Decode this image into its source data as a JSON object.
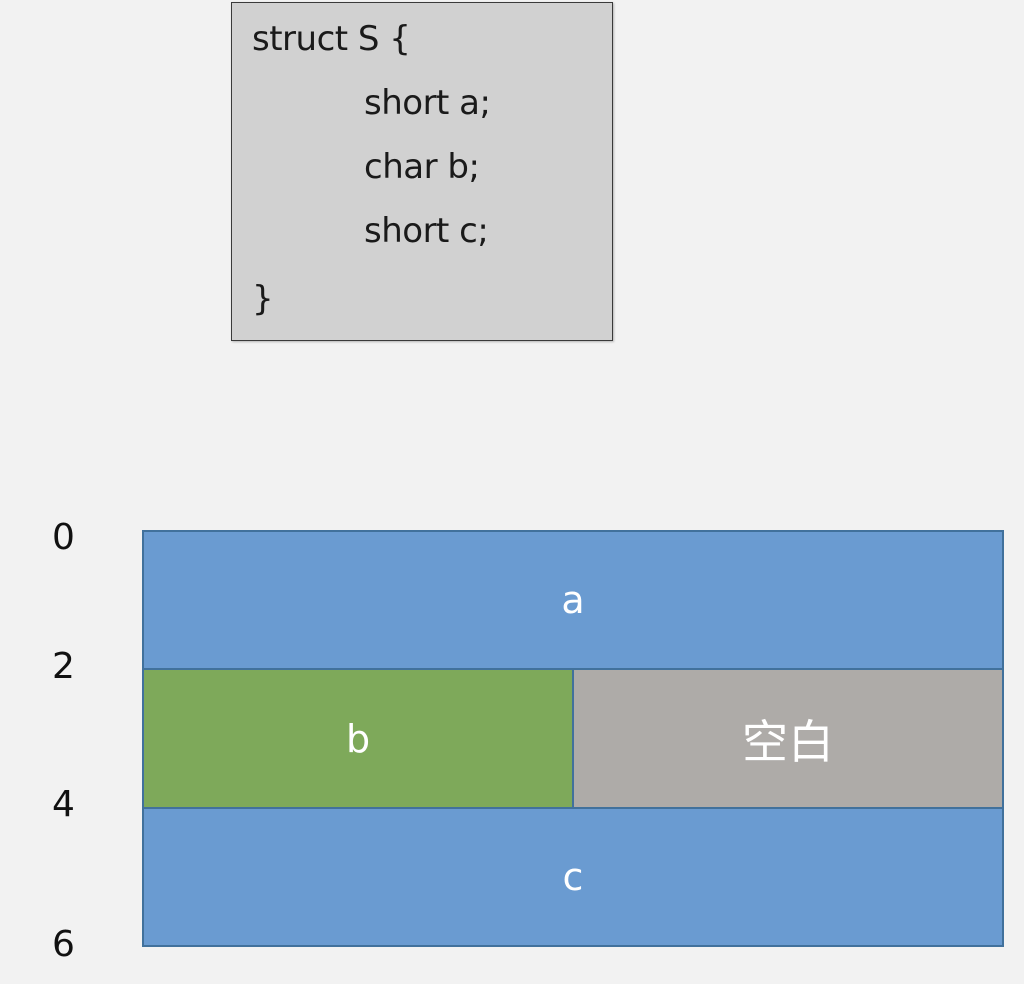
{
  "code": {
    "lines": [
      "struct S {",
      "short a;",
      "char b;",
      "short c;",
      "}"
    ]
  },
  "offsets": [
    "0",
    "2",
    "4",
    "6"
  ],
  "layout_cells": {
    "a": "a",
    "b": "b",
    "padding": "空白",
    "c": "c"
  },
  "colors": {
    "field_short": "#6a9bd1",
    "field_char": "#7ea95a",
    "padding": "#aeaba8",
    "code_background": "#d1d1d1"
  }
}
